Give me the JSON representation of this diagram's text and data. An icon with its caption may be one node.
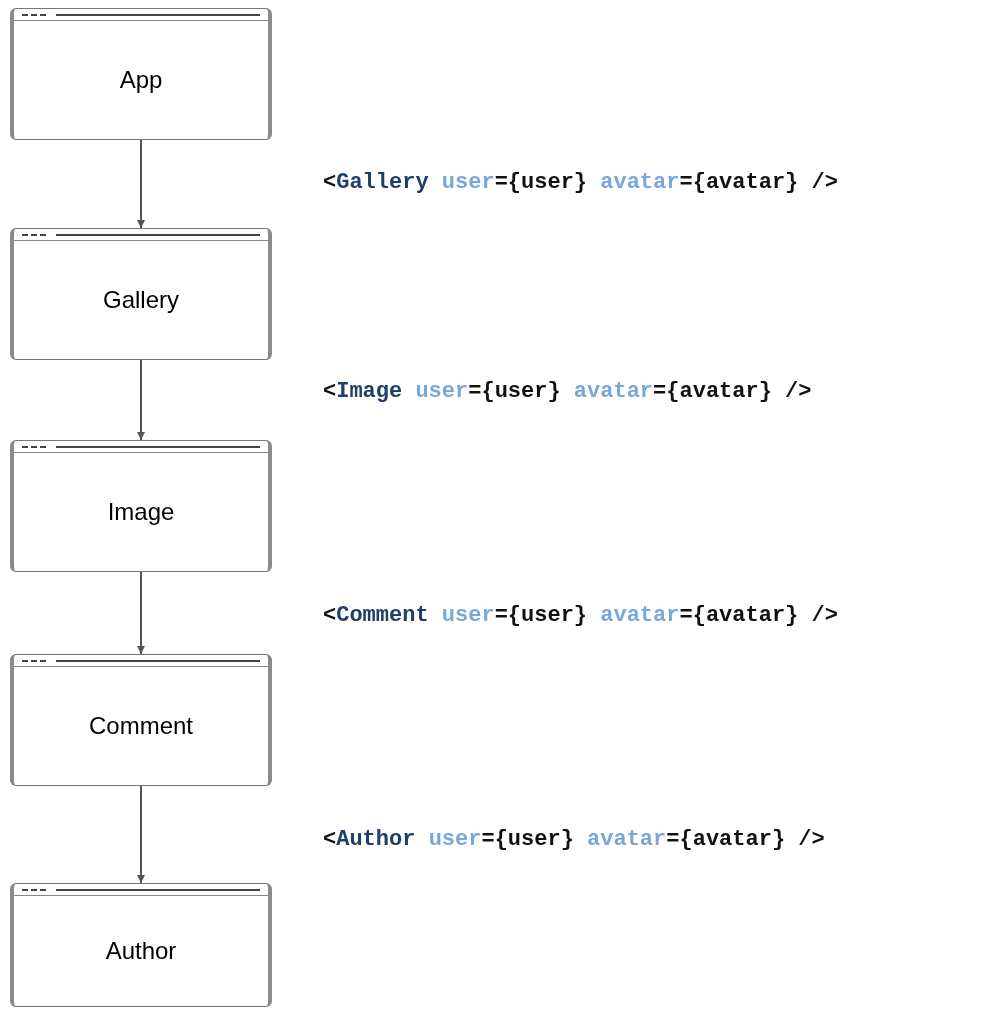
{
  "diagram": {
    "nodes": [
      {
        "text": [
          "App"
        ]
      },
      {
        "text": [
          "Gallery"
        ]
      },
      {
        "text": [
          "Image"
        ]
      },
      {
        "text": [
          "Comment"
        ]
      },
      {
        "text": [
          "Author"
        ]
      }
    ],
    "edges": [
      {
        "from": 0,
        "to": 1,
        "arrow": "to"
      },
      {
        "from": 1,
        "to": 2,
        "arrow": "to"
      },
      {
        "from": 2,
        "to": 3,
        "arrow": "to"
      },
      {
        "from": 3,
        "to": 4,
        "arrow": "to"
      }
    ],
    "labels": [
      "<Gallery user={user} avatar={avatar} />",
      "<Image user={user} avatar={avatar} />",
      "<Comment user={user} avatar={avatar} />",
      "<Author user={user} avatar={avatar} />"
    ]
  }
}
